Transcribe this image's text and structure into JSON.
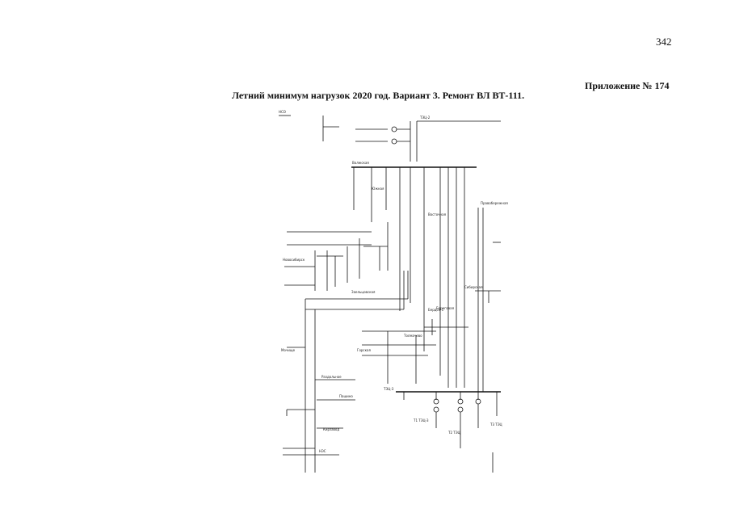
{
  "page": {
    "number": "342",
    "appendix": "Приложение № 174",
    "title": "Летний минимум нагрузок 2020 год. Вариант 3. Ремонт ВЛ ВТ-111."
  },
  "diagram": {
    "labels": {
      "l1": "Волжская",
      "l2": "Бердск-1",
      "l3": "Новосибирск",
      "l4": "Раздольное",
      "l5": "Пашино",
      "l6": "Толмачево",
      "l7": "Заельцовская",
      "l8": "Кирзавод",
      "l9": "НЭС",
      "l10": "Горская",
      "l11": "Мочище",
      "l12": "ТЭЦ-3",
      "l13": "Т1 ТЭЦ-3",
      "l14": "Т2 ТЭЦ",
      "l15": "Т3 ТЭЦ",
      "l16": "Южная",
      "l17": "Береговая",
      "l18": "Восточная",
      "l19": "Правобережная",
      "l20": "Сибирская",
      "l21": "ТЭЦ-2",
      "l22": "НСО"
    }
  }
}
